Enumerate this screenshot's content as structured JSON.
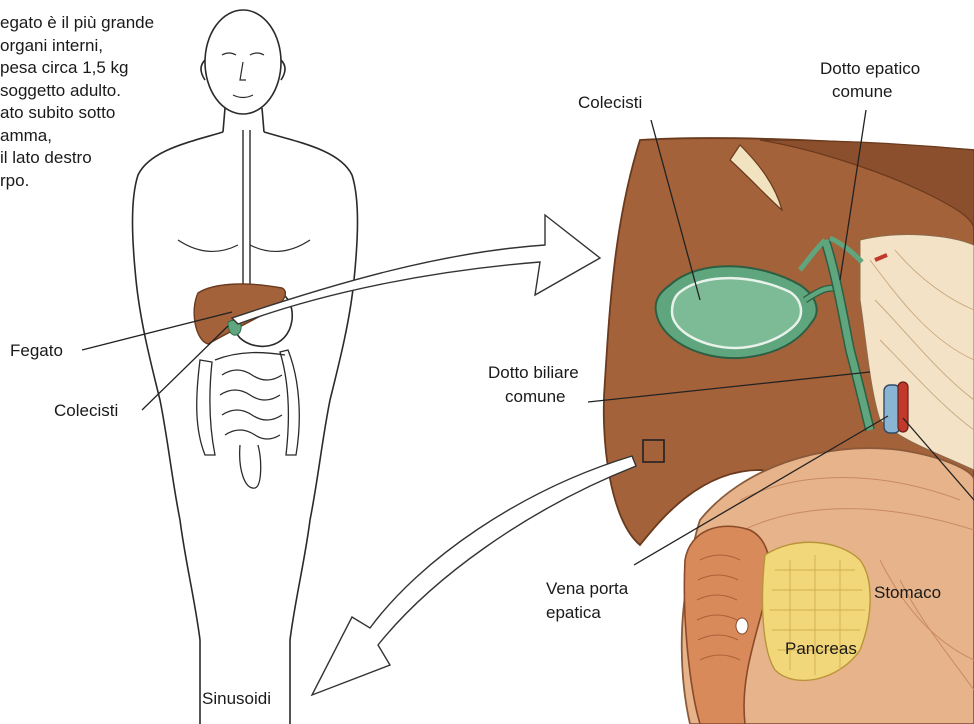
{
  "intro_lines": [
    "egato è il più grande",
    "organi interni,",
    "pesa circa 1,5 kg",
    "soggetto adulto.",
    "ato subito sotto",
    "amma,",
    "il lato destro",
    "rpo."
  ],
  "labels": {
    "fegato": "Fegato",
    "colecisti_left": "Colecisti",
    "colecisti_right": "Colecisti",
    "dotto_epatico_1": "Dotto epatico",
    "dotto_epatico_2": "comune",
    "dotto_biliare_1": "Dotto biliare",
    "dotto_biliare_2": "comune",
    "vena_porta_1": "Vena porta",
    "vena_porta_2": "epatica",
    "stomaco": "Stomaco",
    "pancreas": "Pancreas",
    "sinusoidi": "Sinusoidi"
  },
  "colors": {
    "liver": "#a4623a",
    "liver_dark": "#7a4324",
    "gallbladder": "#5fa57e",
    "duct": "#4f9a72",
    "stomach": "#e7b38a",
    "pancreas": "#f1d67a",
    "outline": "#2a2a2a"
  }
}
